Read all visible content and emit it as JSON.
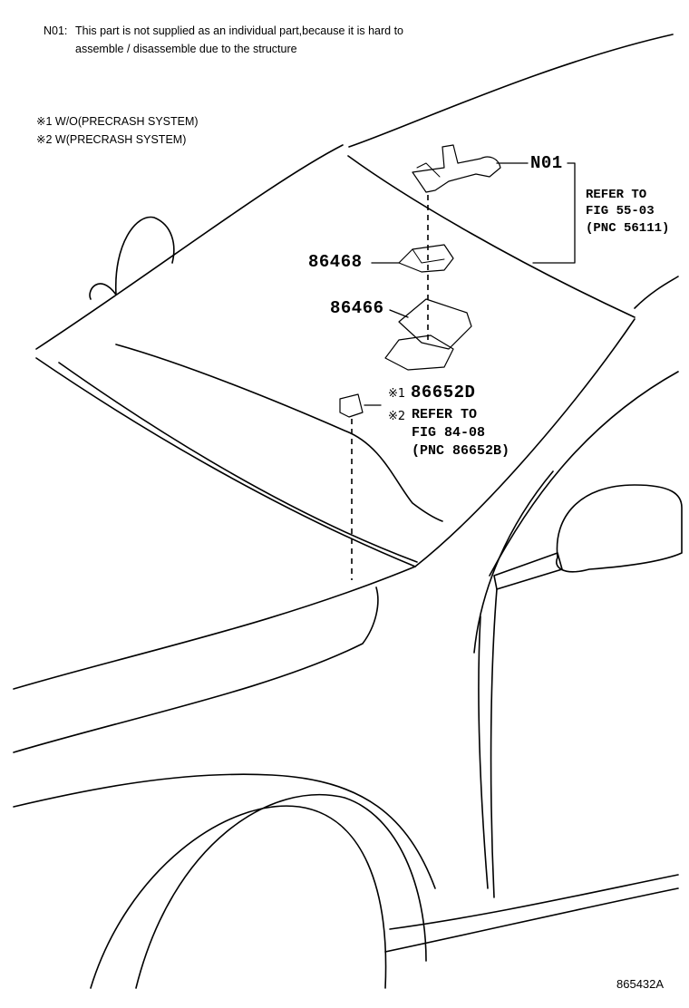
{
  "note": {
    "code": "N01:",
    "line1": "This part is not supplied as an individual part,because it is hard to",
    "line2": "assemble / disassemble due to the structure"
  },
  "legend": {
    "item1": "※1 W/O(PRECRASH SYSTEM)",
    "item2": "※2 W(PRECRASH SYSTEM)"
  },
  "callouts": {
    "n01": "N01",
    "refer1_line1": "REFER TO",
    "refer1_line2": "FIG 55-03",
    "refer1_line3": "(PNC 56111)",
    "p86468": "86468",
    "p86466": "86466",
    "mark1": "※1",
    "p86652d": "86652D",
    "mark2": "※2",
    "refer2_line1": "REFER TO",
    "refer2_line2": "FIG 84-08",
    "refer2_line3": "(PNC 86652B)"
  },
  "figure_id": "865432A"
}
